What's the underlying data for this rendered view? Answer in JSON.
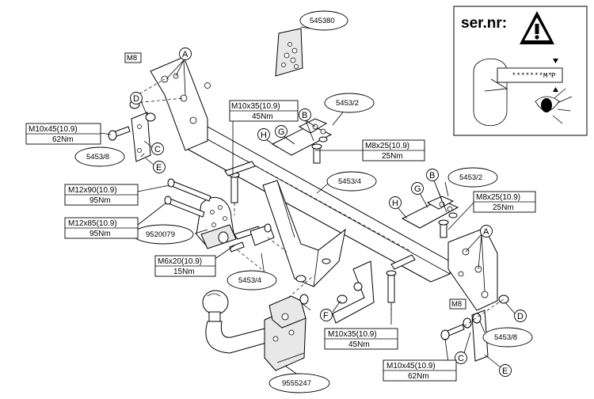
{
  "serial_panel": {
    "title": "ser.nr:",
    "plate_code": "*******M*",
    "plate_suffix": "P"
  },
  "part_numbers": {
    "electrics_kit": "545380",
    "main_bar": "5453/4",
    "bracket_left_top": "5453/2",
    "bracket_right_top": "5453/2",
    "side_plate_left": "5453/8",
    "side_plate_right": "5453/8",
    "socket_plate": "9520079",
    "center_bracket": "5453/4",
    "ball_assembly": "9555247"
  },
  "bolt_specs": {
    "m10x45_left": {
      "size": "M10x45(10.9)",
      "torque": "62Nm"
    },
    "m10x35_top": {
      "size": "M10x35(10.9)",
      "torque": "45Nm"
    },
    "m8x25_top": {
      "size": "M8x25(10.9)",
      "torque": "25Nm"
    },
    "m12x90": {
      "size": "M12x90(10.9)",
      "torque": "95Nm"
    },
    "m12x85": {
      "size": "M12x85(10.9)",
      "torque": "95Nm"
    },
    "m6x20": {
      "size": "M6x20(10.9)",
      "torque": "15Nm"
    },
    "m8x25_right": {
      "size": "M8x25(10.9)",
      "torque": "25Nm"
    },
    "m10x35_bottom": {
      "size": "M10x35(10.9)",
      "torque": "45Nm"
    },
    "m10x45_right": {
      "size": "M10x45(10.9)",
      "torque": "62Nm"
    }
  },
  "nut_labels": {
    "m8_left": "M8",
    "m8_right": "M8"
  },
  "letter_callouts": {
    "a_left": "A",
    "a_right": "A",
    "b_left": "B",
    "b_right": "B",
    "c_left": "C",
    "c_right": "C",
    "d_left": "D",
    "d_right": "D",
    "e_left": "E",
    "e_right": "E",
    "f": "F",
    "g_left": "G",
    "g_right": "G",
    "h_left": "H",
    "h_right": "H"
  }
}
